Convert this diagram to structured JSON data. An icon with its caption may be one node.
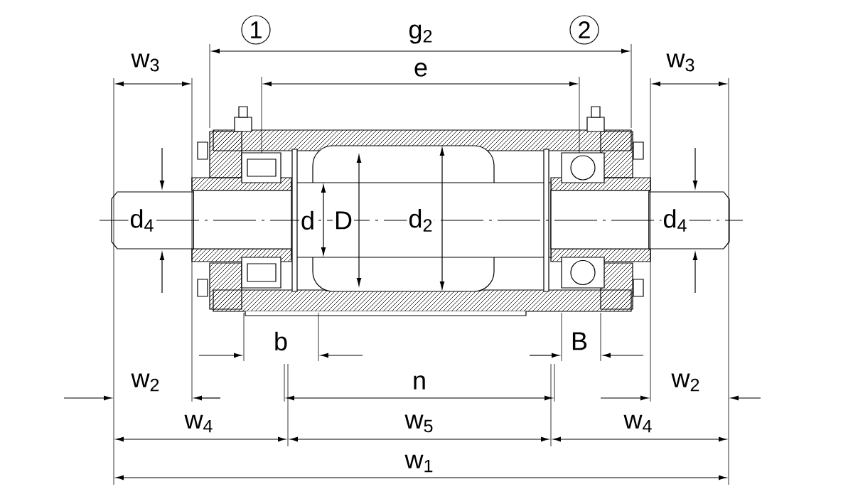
{
  "diagram": {
    "nodes": [
      {
        "text": [
          "1"
        ]
      },
      {
        "text": [
          "2"
        ]
      }
    ],
    "labels": [
      "g$_{2}$",
      "w$_{3}$",
      "e",
      "w$_{3}$",
      "d$_{4}$",
      "d",
      "D",
      "d$_{2}$",
      "d$_{4}$",
      "b",
      "B",
      "w$_{2}$",
      "n",
      "w$_{2}$",
      "w$_{4}$",
      "w$_{5}$",
      "w$_{4}$",
      "w$_{1}$"
    ]
  }
}
